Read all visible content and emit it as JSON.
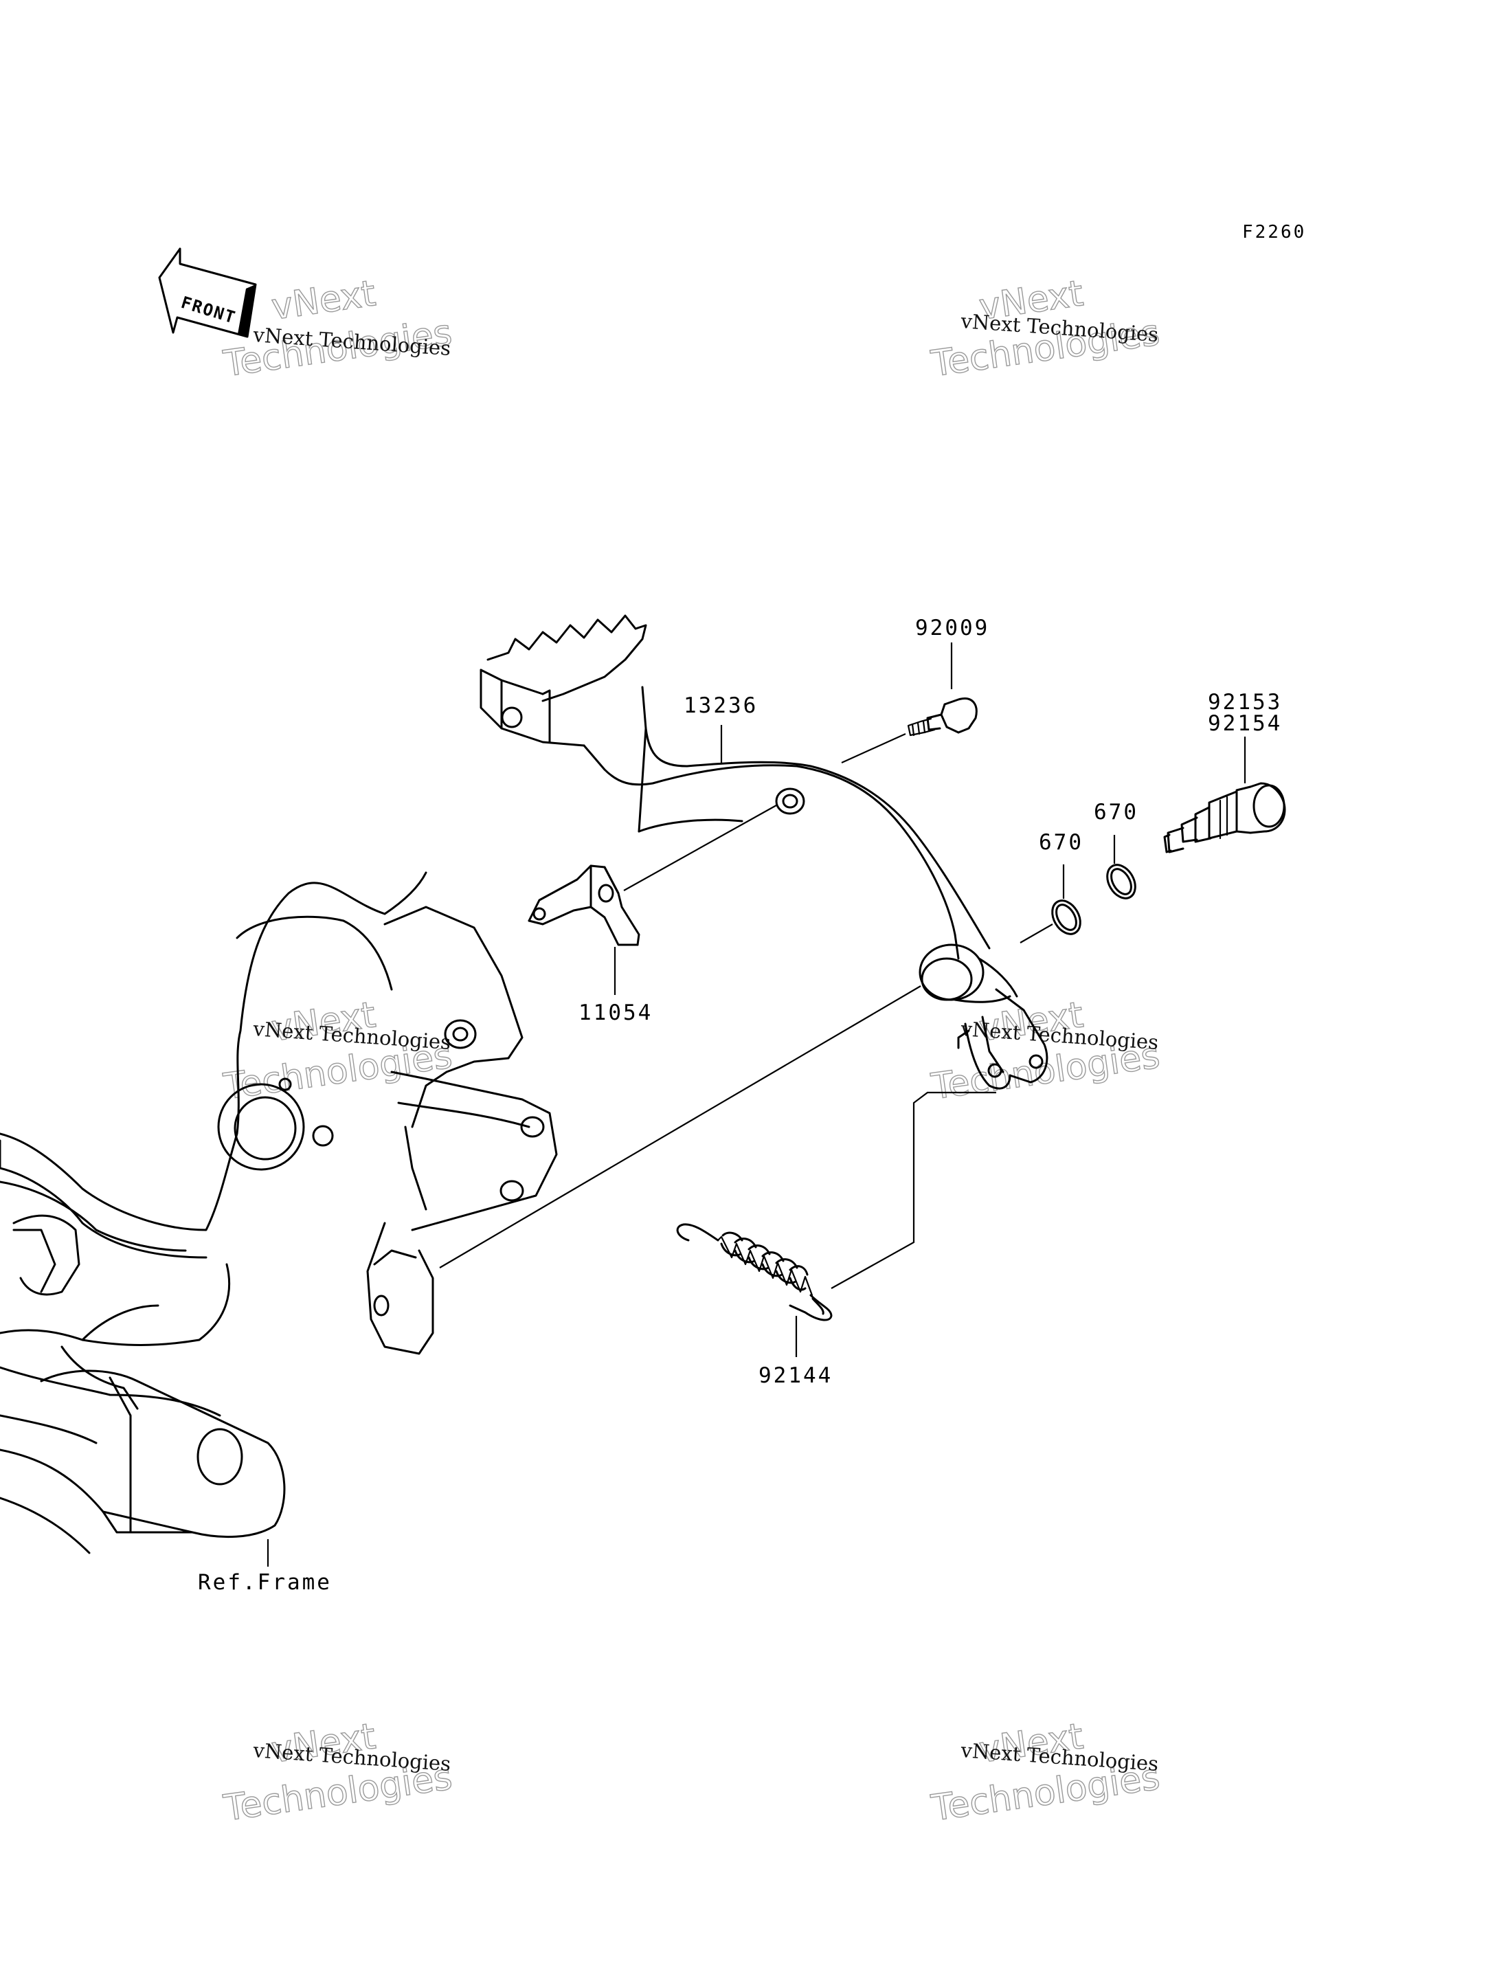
{
  "figure_code": "F2260",
  "front_marker": "FRONT",
  "watermark": {
    "line_small": "vNext Technologies",
    "line_top": "vNext",
    "line_bottom": "Technologies"
  },
  "parts": {
    "bolt": "92009",
    "pedal": "13236",
    "pivot_a": "92153",
    "pivot_b": "92154",
    "oring_right": "670",
    "oring_left": "670",
    "bracket": "11054",
    "spring": "92144",
    "frame_ref": "Ref.Frame"
  }
}
